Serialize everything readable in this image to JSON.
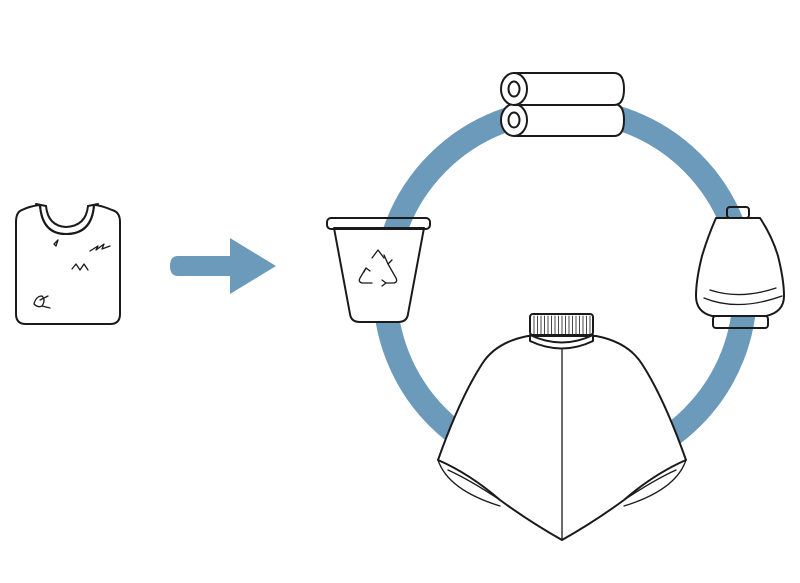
{
  "diagram": {
    "kind": "textile-recycling-cycle",
    "colors": {
      "cycle_ring": "#6b9aba",
      "arrow": "#6b9aba",
      "accent_light": "#c7d7e2",
      "outline": "#1a1a1a",
      "background": "#ffffff"
    },
    "items": [
      {
        "id": "worn-tshirt",
        "icon": "folded-tshirt-icon"
      },
      {
        "id": "flow-arrow",
        "icon": "right-arrow-icon"
      },
      {
        "id": "recycling-bin",
        "icon": "recycle-bin-icon"
      },
      {
        "id": "fabric-rolls",
        "icon": "fabric-roll-icon"
      },
      {
        "id": "yarn-spool",
        "icon": "yarn-cone-icon"
      },
      {
        "id": "new-garment",
        "icon": "sweater-icon"
      }
    ]
  }
}
